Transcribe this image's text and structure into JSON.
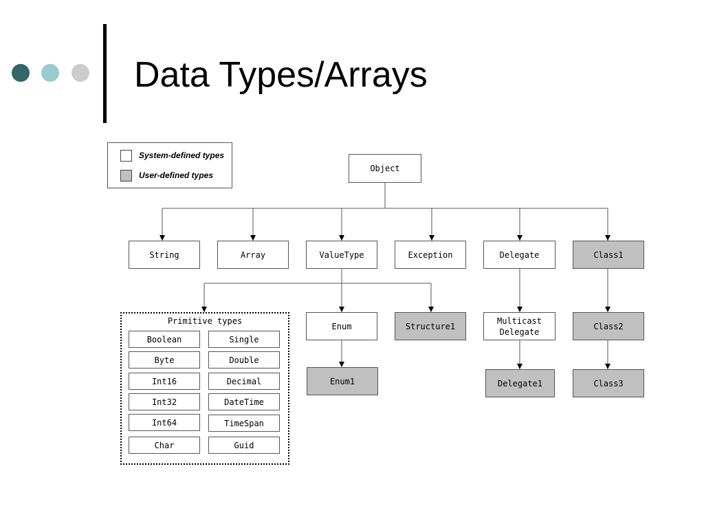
{
  "title": "Data Types/Arrays",
  "colors": {
    "dot1": "#336666",
    "dot2": "#99cccc",
    "dot3": "#cccccc",
    "user_fill": "#c0c0c0",
    "system_fill": "#ffffff"
  },
  "legend": {
    "system": "System-defined types",
    "user": "User-defined types"
  },
  "nodes": {
    "object": "Object",
    "string": "String",
    "array": "Array",
    "valuetype": "ValueType",
    "exception": "Exception",
    "delegate": "Delegate",
    "class1": "Class1",
    "enum": "Enum",
    "structure1": "Structure1",
    "multicast_line1": "Multicast",
    "multicast_line2": "Delegate",
    "class2": "Class2",
    "enum1": "Enum1",
    "delegate1": "Delegate1",
    "class3": "Class3"
  },
  "primitive": {
    "label": "Primitive types",
    "left": [
      "Boolean",
      "Byte",
      "Int16",
      "Int32",
      "Int64",
      "Char"
    ],
    "right": [
      "Single",
      "Double",
      "Decimal",
      "DateTime",
      "TimeSpan",
      "Guid"
    ]
  }
}
